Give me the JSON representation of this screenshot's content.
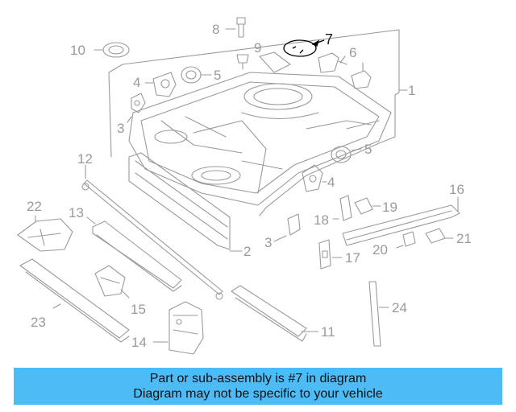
{
  "callouts": {
    "c1": "1",
    "c2": "2",
    "c3a": "3",
    "c3b": "3",
    "c4a": "4",
    "c4b": "4",
    "c5a": "5",
    "c5b": "5",
    "c6": "6",
    "c7": "7",
    "c8": "8",
    "c9": "9",
    "c10": "10",
    "c11": "11",
    "c12": "12",
    "c13": "13",
    "c14": "14",
    "c15": "15",
    "c16": "16",
    "c17": "17",
    "c18": "18",
    "c19": "19",
    "c20": "20",
    "c21": "21",
    "c22": "22",
    "c23": "23",
    "c24": "24"
  },
  "highlight_callout": "7",
  "colors": {
    "banner": "#4dbbf5",
    "lines": "#9a9a9a",
    "highlight": "#000000"
  },
  "banner": {
    "line1": "Part or sub-assembly is #7 in diagram",
    "line2": "Diagram may not be specific to your vehicle"
  }
}
